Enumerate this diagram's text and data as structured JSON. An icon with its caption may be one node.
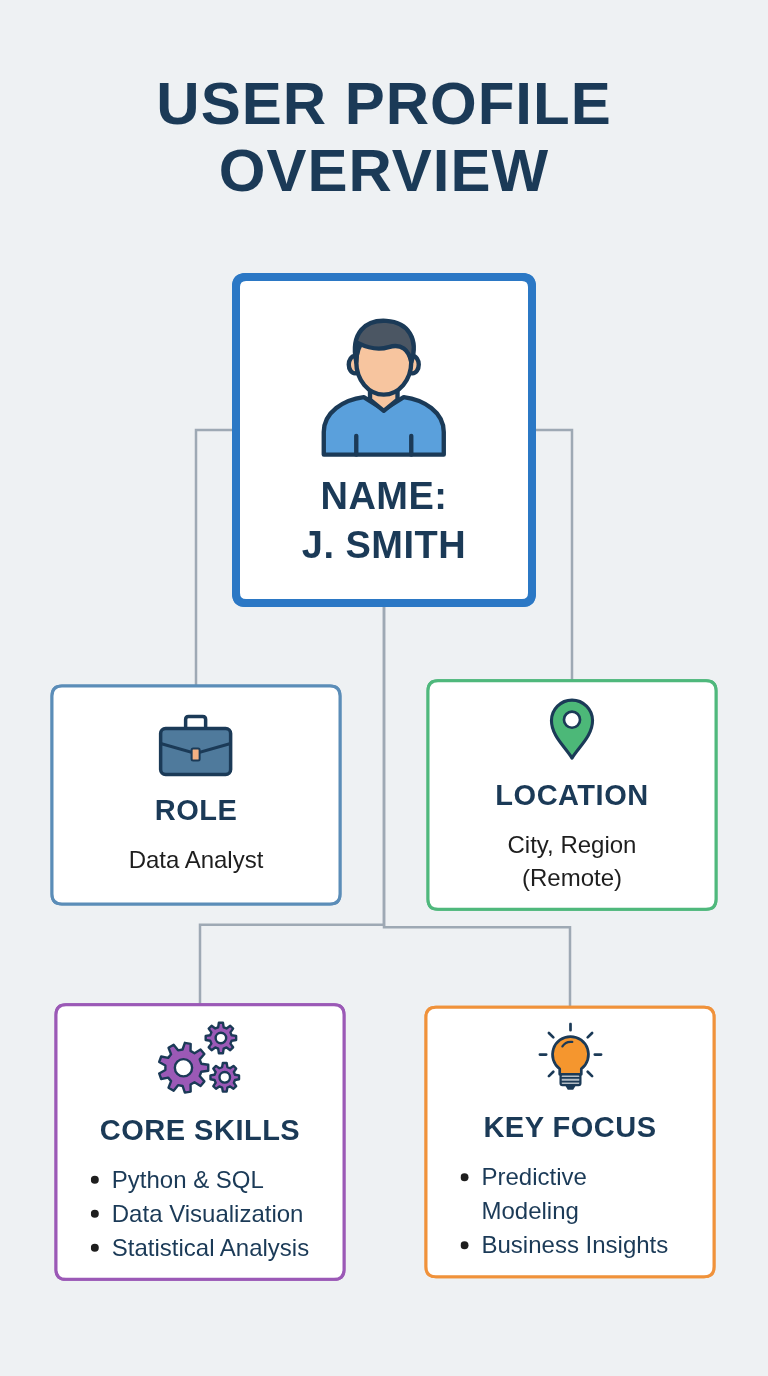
{
  "diagram": {
    "title": "USER PROFILE OVERVIEW",
    "nodes": [
      {
        "text": [
          "NAME:",
          "J. SMITH"
        ]
      },
      {
        "text": [
          "ROLE",
          "Data Analyst"
        ]
      },
      {
        "text": [
          "LOCATION",
          "City, Region (Remote)"
        ]
      },
      {
        "text": [
          "CORE SKILLS",
          "Python & SQL",
          "Data Visualization",
          "Statistical Analysis"
        ]
      },
      {
        "text": [
          "KEY FOCUS",
          "Predictive Modeling",
          "Business Insights"
        ]
      }
    ],
    "edges": [
      {
        "from": 0,
        "to": 1,
        "arrow": "none"
      },
      {
        "from": 0,
        "to": 3,
        "arrow": "none"
      },
      {
        "from": 0,
        "to": 4,
        "arrow": "none"
      },
      {
        "from": 0,
        "to": 2,
        "arrow": "none"
      }
    ]
  }
}
